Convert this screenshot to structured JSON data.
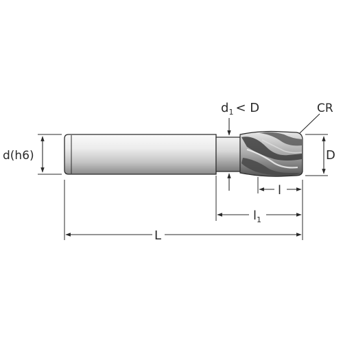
{
  "labels": {
    "shank_diameter": "d(h6)",
    "neck_diameter": "d",
    "neck_diameter_sub": "1",
    "neck_relation": "< D",
    "corner_radius": "CR",
    "cutter_diameter": "D",
    "cut_length": "l",
    "neck_length": "l",
    "neck_length_sub": "1",
    "overall_length": "L"
  },
  "colors": {
    "line": "#2a2a2a",
    "tool_light": "#f4f4f4",
    "tool_mid": "#c8c8c8",
    "tool_dark": "#6a6a6a",
    "tool_darkest": "#3a3a3a"
  }
}
